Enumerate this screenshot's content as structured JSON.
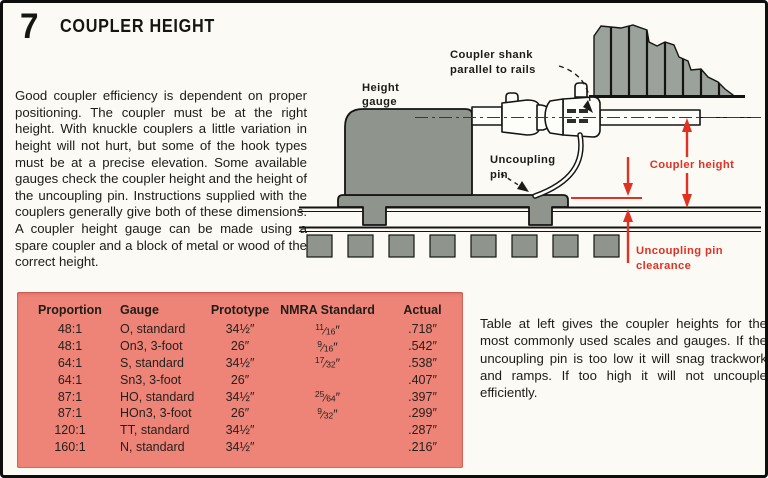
{
  "page": {
    "chapter_number": "7",
    "title": "COUPLER HEIGHT"
  },
  "intro_text": "Good coupler efficiency is dependent on proper positioning. The coupler must be at the right height. With knuckle couplers a little variation in height will not hurt, but some of the hook types must be at a precise elevation. Some available gauges check the coupler height and the height of the uncoupling pin. Instructions supplied with the couplers generally give both of these dimensions. A coupler height gauge can be made using a spare coupler and a block of metal or wood of the correct height.",
  "diagram": {
    "labels": {
      "height_gauge_line1": "Height",
      "height_gauge_line2": "gauge",
      "coupler_shank_line1": "Coupler shank",
      "coupler_shank_line2": "parallel to rails",
      "uncoupling_pin_line1": "Uncoupling",
      "uncoupling_pin_line2": "pin",
      "coupler_height": "Coupler height",
      "uncoupling_clearance_line1": "Uncoupling pin",
      "uncoupling_clearance_line2": "clearance"
    },
    "colors": {
      "dimension_red": "#e03123",
      "metal_gray": "#8f948c",
      "outline_black": "#141412"
    }
  },
  "table": {
    "background": "#ee8478",
    "headers": [
      "Proportion",
      "Gauge",
      "Prototype",
      "NMRA Standard",
      "Actual"
    ],
    "rows": [
      {
        "proportion": "48:1",
        "gauge": "O, standard",
        "prototype": "34½″",
        "nmra_num": "11",
        "nmra_den": "16",
        "actual": ".718″"
      },
      {
        "proportion": "48:1",
        "gauge": "On3, 3-foot",
        "prototype": "26″",
        "nmra_num": "9",
        "nmra_den": "16",
        "actual": ".542″"
      },
      {
        "proportion": "64:1",
        "gauge": "S, standard",
        "prototype": "34½″",
        "nmra_num": "17",
        "nmra_den": "32",
        "actual": ".538″"
      },
      {
        "proportion": "64:1",
        "gauge": "Sn3, 3-foot",
        "prototype": "26″",
        "nmra_num": "",
        "nmra_den": "",
        "actual": ".407″"
      },
      {
        "proportion": "87:1",
        "gauge": "HO, standard",
        "prototype": "34½″",
        "nmra_num": "25",
        "nmra_den": "64",
        "actual": ".397″"
      },
      {
        "proportion": "87:1",
        "gauge": "HOn3, 3-foot",
        "prototype": "26″",
        "nmra_num": "9",
        "nmra_den": "32",
        "actual": ".299″"
      },
      {
        "proportion": "120:1",
        "gauge": "TT, standard",
        "prototype": "34½″",
        "nmra_num": "",
        "nmra_den": "",
        "actual": ".287″"
      },
      {
        "proportion": "160:1",
        "gauge": "N, standard",
        "prototype": "34½″",
        "nmra_num": "",
        "nmra_den": "",
        "actual": ".216″"
      }
    ]
  },
  "note_text": "Table at left gives the coupler heights for the most commonly used scales and gauges. If the uncoupling pin is too low it will snag trackwork and ramps. If too high it will not uncouple efficiently."
}
